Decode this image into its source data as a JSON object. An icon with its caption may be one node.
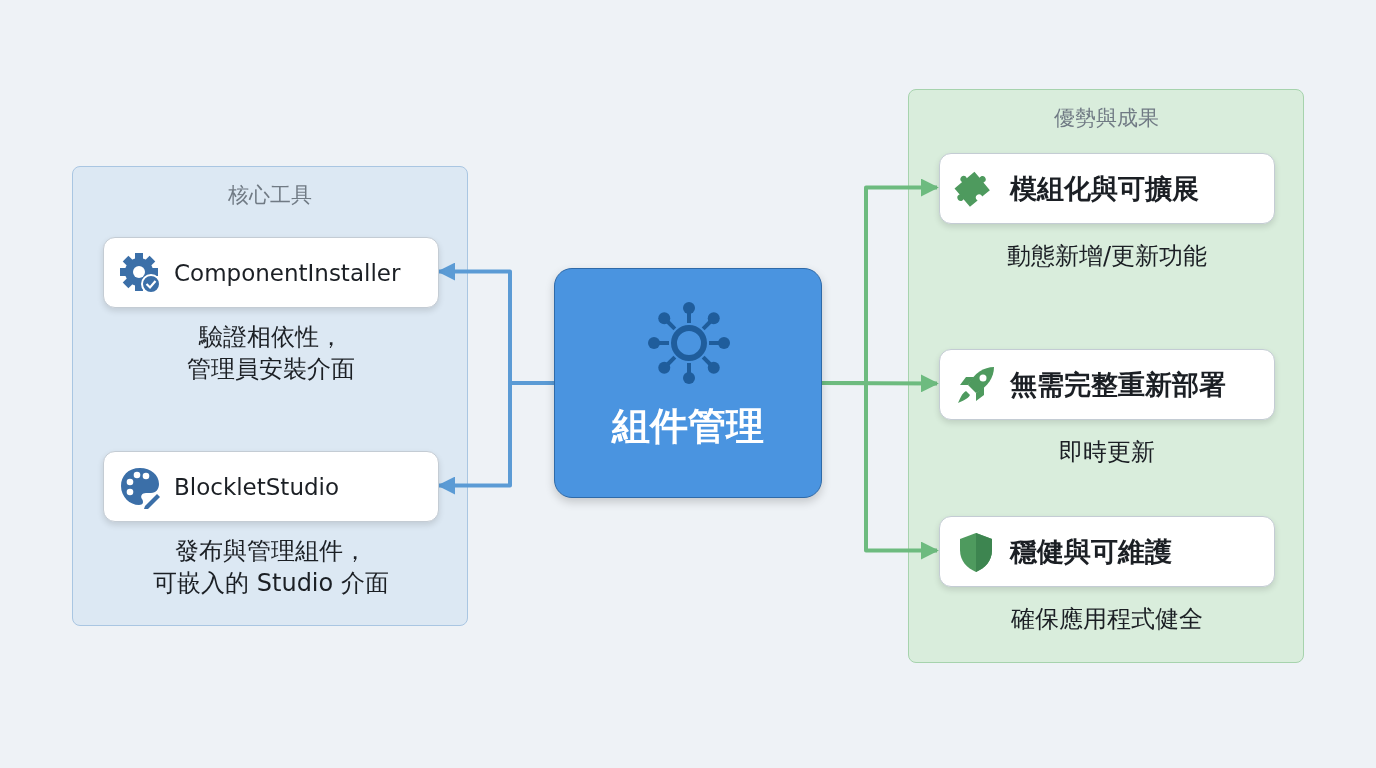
{
  "diagram": {
    "nodes": [
      {
        "text": [
          "核心工具"
        ]
      },
      {
        "text": [
          "ComponentInstaller"
        ],
        "in": 0,
        "beside": [
          "驗證相依性，管理員安裝介面"
        ]
      },
      {
        "text": [
          "BlockletStudio"
        ],
        "in": 0,
        "beside": [
          "發布與管理組件，可嵌入的 Studio 介面"
        ]
      },
      {
        "text": [
          "組件管理"
        ]
      },
      {
        "text": [
          "優勢與成果"
        ]
      },
      {
        "text": [
          "模組化與可擴展"
        ],
        "in": 4,
        "beside": [
          "動態新增/更新功能"
        ]
      },
      {
        "text": [
          "無需完整重新部署"
        ],
        "in": 4,
        "beside": [
          "即時更新"
        ]
      },
      {
        "text": [
          "穩健與可維護"
        ],
        "in": 4,
        "beside": [
          "確保應用程式健全"
        ]
      }
    ],
    "edges": [
      {
        "from": 3,
        "to": 1,
        "arrow": "to",
        "color": "#5b9bd5"
      },
      {
        "from": 3,
        "to": 2,
        "arrow": "to",
        "color": "#5b9bd5"
      },
      {
        "from": 3,
        "to": 5,
        "arrow": "to"
      },
      {
        "from": 3,
        "to": 6,
        "arrow": "to"
      },
      {
        "from": 3,
        "to": 7,
        "arrow": "to"
      }
    ]
  }
}
